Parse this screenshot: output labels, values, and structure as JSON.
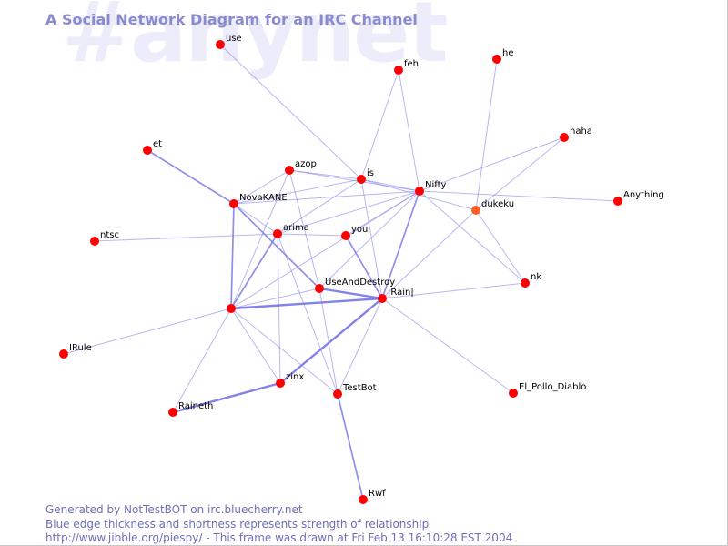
{
  "watermark": "#anynet",
  "title": "A Social Network Diagram for an IRC Channel",
  "footer": {
    "line1": "Generated by NotTestBOT on irc.bluecherry.net",
    "line2": "Blue edge thickness and shortness represents strength of relationship",
    "line3": "http://www.jibble.org/piespy/ - This frame was drawn at Fri Feb 13 16:10:28 EST 2004"
  },
  "colors": {
    "node": "#ff0000",
    "node_active": "#ff6020",
    "edge": "#7b7be8",
    "label": "#000000"
  },
  "nodes": [
    {
      "id": "use",
      "label": "use"
    },
    {
      "id": "feh",
      "label": "feh"
    },
    {
      "id": "he",
      "label": "he"
    },
    {
      "id": "haha",
      "label": "haha"
    },
    {
      "id": "et",
      "label": "et"
    },
    {
      "id": "azop",
      "label": "azop"
    },
    {
      "id": "is",
      "label": "is"
    },
    {
      "id": "nifty",
      "label": "Nifty"
    },
    {
      "id": "dukeku",
      "label": "dukeku",
      "active": true
    },
    {
      "id": "anything",
      "label": "Anything"
    },
    {
      "id": "novakane",
      "label": "NovaKANE"
    },
    {
      "id": "arima",
      "label": "arima"
    },
    {
      "id": "you",
      "label": "you"
    },
    {
      "id": "ntsc",
      "label": "ntsc"
    },
    {
      "id": "useanddestroy",
      "label": "UseAndDestroy"
    },
    {
      "id": "irainl",
      "label": "|Rain|"
    },
    {
      "id": "nk",
      "label": "nk"
    },
    {
      "id": "i",
      "label": "i"
    },
    {
      "id": "irule",
      "label": "IRule"
    },
    {
      "id": "zinx",
      "label": "zinx"
    },
    {
      "id": "testbot",
      "label": "TestBot"
    },
    {
      "id": "el_pollo_diablo",
      "label": "El_Pollo_Diablo"
    },
    {
      "id": "raineth",
      "label": "Raineth"
    },
    {
      "id": "rwf",
      "label": "Rwf"
    }
  ],
  "edges": [
    {
      "source": "i",
      "target": "irainl",
      "weight": 3
    },
    {
      "source": "raineth",
      "target": "zinx",
      "weight": 3
    },
    {
      "source": "zinx",
      "target": "irainl",
      "weight": 3
    },
    {
      "source": "useanddestroy",
      "target": "irainl",
      "weight": 3
    },
    {
      "source": "novakane",
      "target": "i",
      "weight": 2
    },
    {
      "source": "irainl",
      "target": "nifty",
      "weight": 2
    },
    {
      "source": "you",
      "target": "irainl",
      "weight": 2
    },
    {
      "source": "arima",
      "target": "i",
      "weight": 2
    },
    {
      "source": "et",
      "target": "novakane",
      "weight": 2
    },
    {
      "source": "novakane",
      "target": "useanddestroy",
      "weight": 2
    },
    {
      "source": "testbot",
      "target": "rwf",
      "weight": 2
    },
    {
      "source": "use",
      "target": "is",
      "weight": 1
    },
    {
      "source": "feh",
      "target": "is",
      "weight": 1
    },
    {
      "source": "feh",
      "target": "nifty",
      "weight": 1
    },
    {
      "source": "he",
      "target": "dukeku",
      "weight": 1
    },
    {
      "source": "haha",
      "target": "nifty",
      "weight": 1
    },
    {
      "source": "haha",
      "target": "dukeku",
      "weight": 1
    },
    {
      "source": "azop",
      "target": "is",
      "weight": 1
    },
    {
      "source": "azop",
      "target": "novakane",
      "weight": 1
    },
    {
      "source": "azop",
      "target": "nifty",
      "weight": 1
    },
    {
      "source": "azop",
      "target": "i",
      "weight": 1
    },
    {
      "source": "azop",
      "target": "useanddestroy",
      "weight": 1
    },
    {
      "source": "is",
      "target": "nifty",
      "weight": 1
    },
    {
      "source": "is",
      "target": "novakane",
      "weight": 1
    },
    {
      "source": "is",
      "target": "arima",
      "weight": 1
    },
    {
      "source": "is",
      "target": "irainl",
      "weight": 1
    },
    {
      "source": "is",
      "target": "dukeku",
      "weight": 1
    },
    {
      "source": "nifty",
      "target": "novakane",
      "weight": 1
    },
    {
      "source": "nifty",
      "target": "anything",
      "weight": 1
    },
    {
      "source": "nifty",
      "target": "arima",
      "weight": 1
    },
    {
      "source": "nifty",
      "target": "you",
      "weight": 1
    },
    {
      "source": "nifty",
      "target": "useanddestroy",
      "weight": 1
    },
    {
      "source": "nifty",
      "target": "i",
      "weight": 1
    },
    {
      "source": "nifty",
      "target": "nk",
      "weight": 1
    },
    {
      "source": "dukeku",
      "target": "nk",
      "weight": 1
    },
    {
      "source": "dukeku",
      "target": "irainl",
      "weight": 1
    },
    {
      "source": "novakane",
      "target": "arima",
      "weight": 1
    },
    {
      "source": "ntsc",
      "target": "arima",
      "weight": 1
    },
    {
      "source": "arima",
      "target": "you",
      "weight": 1
    },
    {
      "source": "arima",
      "target": "zinx",
      "weight": 1
    },
    {
      "source": "arima",
      "target": "testbot",
      "weight": 1
    },
    {
      "source": "useanddestroy",
      "target": "testbot",
      "weight": 1
    },
    {
      "source": "useanddestroy",
      "target": "i",
      "weight": 1
    },
    {
      "source": "irainl",
      "target": "nk",
      "weight": 1
    },
    {
      "source": "irainl",
      "target": "el_pollo_diablo",
      "weight": 1
    },
    {
      "source": "irainl",
      "target": "testbot",
      "weight": 1
    },
    {
      "source": "i",
      "target": "irule",
      "weight": 1
    },
    {
      "source": "i",
      "target": "raineth",
      "weight": 1
    },
    {
      "source": "i",
      "target": "zinx",
      "weight": 1
    },
    {
      "source": "i",
      "target": "testbot",
      "weight": 1
    }
  ]
}
